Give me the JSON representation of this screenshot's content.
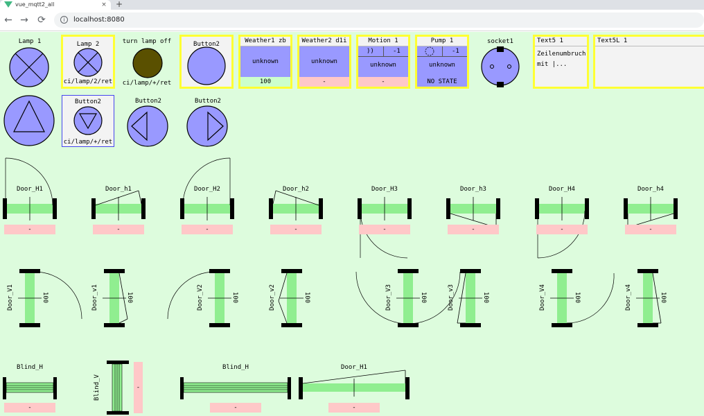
{
  "browser": {
    "tab_title": "vue_mqtt2_all",
    "close_glyph": "×",
    "new_tab_glyph": "+",
    "url": "localhost:8080",
    "info_glyph": "i",
    "back_glyph": "←",
    "forward_glyph": "→",
    "reload_glyph": "⟳"
  },
  "colors": {
    "page_bg": "#ddfcdd",
    "widget_fill": "#9999ff",
    "green_fill": "#90ee90",
    "status_pink": "#ffc8c8",
    "status_green": "#ccffcc",
    "highlight_border": "#ffff33"
  },
  "row1": {
    "lamp1": {
      "label": "Lamp 1"
    },
    "lamp2": {
      "label": "Lamp 2",
      "topic": "ci/lamp/2/ret"
    },
    "lamp_off": {
      "label": "turn lamp off",
      "topic": "ci/lamp/+/ret"
    },
    "button2": {
      "label": "Button2"
    },
    "weather1": {
      "label": "Weather1 zb",
      "status": "unknown",
      "value": "100"
    },
    "weather2": {
      "label": "Weather2 d1i",
      "status": "unknown",
      "value": "-"
    },
    "motion": {
      "label": "Motion 1",
      "signal": "))",
      "count": "-1",
      "status": "unknown",
      "value": "-"
    },
    "pump": {
      "label": "Pump 1",
      "count": "-1",
      "status": "unknown",
      "state": "NO STATE"
    },
    "socket": {
      "label": "socket1"
    },
    "text5": {
      "label": "Text5 1",
      "text": "Zeilenumbruch\nmit |..."
    },
    "text5l": {
      "label": "Text5L 1"
    }
  },
  "row2": {
    "btn_up": {
      "label": ""
    },
    "btn_down": {
      "label": "Button2",
      "topic": "ci/lamp/+/ret"
    },
    "btn_left": {
      "label": "Button2"
    },
    "btn_right": {
      "label": "Button2"
    }
  },
  "doors_h": [
    {
      "label": "Door_H1",
      "status": "-"
    },
    {
      "label": "Door_h1",
      "status": "-"
    },
    {
      "label": "Door_H2",
      "status": "-"
    },
    {
      "label": "Door_h2",
      "status": "-"
    },
    {
      "label": "Door_H3",
      "status": "-"
    },
    {
      "label": "Door_h3",
      "status": "-"
    },
    {
      "label": "Door_H4",
      "status": "-"
    },
    {
      "label": "Door_h4",
      "status": "-"
    }
  ],
  "doors_v": [
    {
      "label": "Door_V1",
      "value": "100"
    },
    {
      "label": "Door_v1",
      "value": "100"
    },
    {
      "label": "Door_V2",
      "value": "100"
    },
    {
      "label": "Door_v2",
      "value": "100"
    },
    {
      "label": "Door_V3",
      "value": "100"
    },
    {
      "label": "Door_v3",
      "value": "100"
    },
    {
      "label": "Door_V4",
      "value": "100"
    },
    {
      "label": "Door_v4",
      "value": "100"
    }
  ],
  "row5": {
    "blind1": {
      "label": "Blind_H",
      "status": "-"
    },
    "blind_v": {
      "label": "Blind_V",
      "status": "-"
    },
    "blind2": {
      "label": "Blind_H",
      "status": "-"
    },
    "door_h1": {
      "label": "Door_H1",
      "status": "-"
    }
  }
}
